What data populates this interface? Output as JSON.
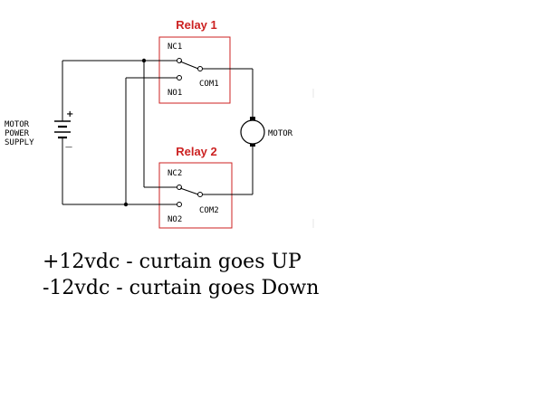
{
  "diagram": {
    "relay1": {
      "title": "Relay 1",
      "nc": "NC1",
      "no": "NO1",
      "com": "COM1"
    },
    "relay2": {
      "title": "Relay 2",
      "nc": "NC2",
      "no": "NO2",
      "com": "COM2"
    },
    "supply": {
      "lines": [
        "MOTOR",
        "POWER",
        "SUPPLY"
      ],
      "plus": "+",
      "minus": "—"
    },
    "motor": {
      "label": "MOTOR"
    },
    "colors": {
      "relay_box": "#cc2222",
      "wire": "#000000"
    }
  },
  "notes": {
    "up": "+12vdc - curtain goes UP",
    "down": "-12vdc - curtain goes Down"
  }
}
